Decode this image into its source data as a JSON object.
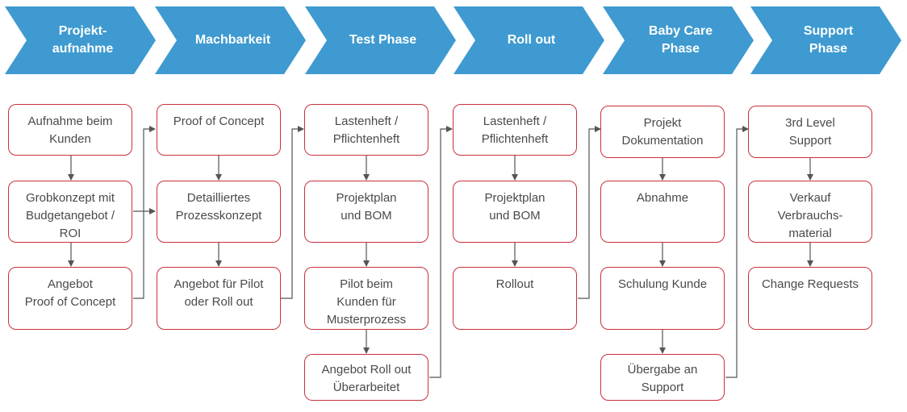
{
  "phases": [
    {
      "label": "Projekt-\naufnahme"
    },
    {
      "label": "Machbarkeit"
    },
    {
      "label": "Test Phase"
    },
    {
      "label": "Roll out"
    },
    {
      "label": "Baby Care\nPhase"
    },
    {
      "label": "Support\nPhase"
    }
  ],
  "columns": [
    {
      "steps": [
        "Aufnahme beim\nKunden",
        "Grobkonzept mit\nBudgetangebot /\nROI",
        "Angebot\nProof of Concept"
      ]
    },
    {
      "steps": [
        "Proof of Concept",
        "Detailliertes\nProzesskonzept",
        "Angebot für Pilot\noder Roll out"
      ]
    },
    {
      "steps": [
        "Lastenheft /\nPflichtenheft",
        "Projektplan\nund BOM",
        "Pilot beim\nKunden für\nMusterprozess",
        "Angebot Roll out\nÜberarbeitet"
      ]
    },
    {
      "steps": [
        "Lastenheft /\nPflichtenheft",
        "Projektplan\nund BOM",
        "Rollout"
      ]
    },
    {
      "steps": [
        "Projekt\nDokumentation",
        "Abnahme",
        "Schulung Kunde",
        "Übergabe an\nSupport"
      ]
    },
    {
      "steps": [
        "3rd Level\nSupport",
        "Verkauf\nVerbrauchs-\nmaterial",
        "Change Requests"
      ]
    }
  ],
  "colors": {
    "chevron": "#3e9ad0",
    "box_border": "#c9303d",
    "text": "#4a4a4a",
    "arrow": "#555555"
  }
}
